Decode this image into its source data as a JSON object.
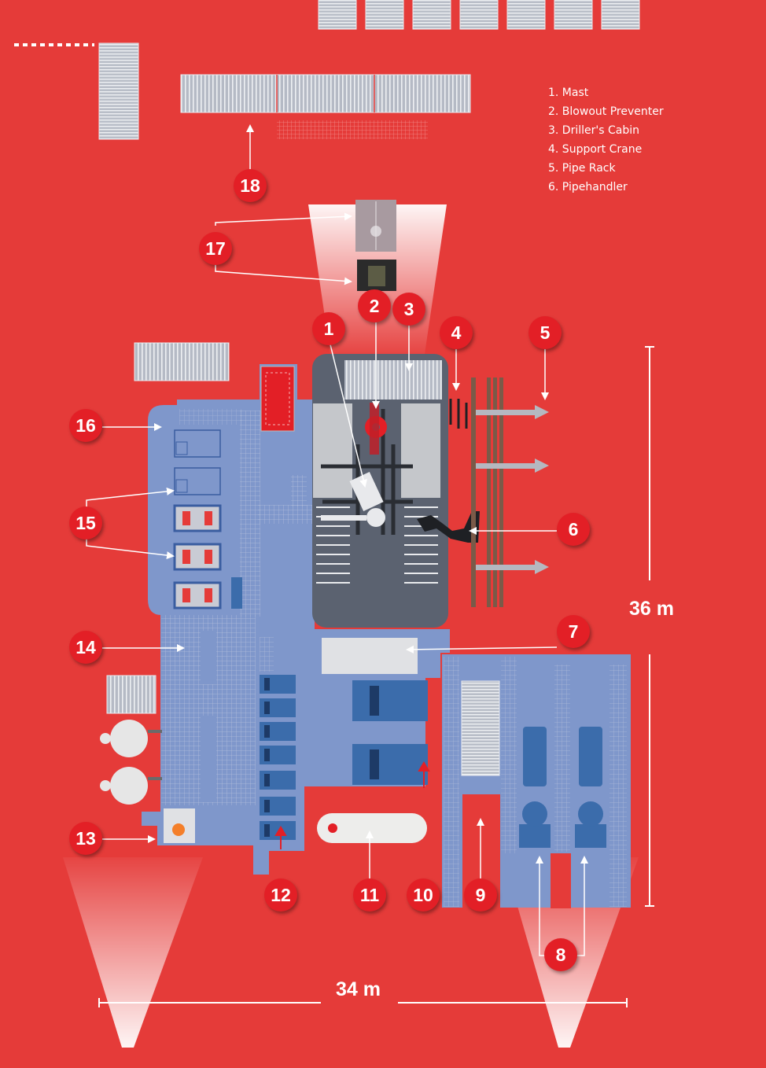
{
  "legend": [
    "1. Mast",
    "2. Blowout Preventer",
    "3. Driller's Cabin",
    "4. Support Crane",
    "5. Pipe Rack",
    "6. Pipehandler"
  ],
  "markers": [
    "1",
    "2",
    "3",
    "4",
    "5",
    "6",
    "7",
    "8",
    "9",
    "10",
    "11",
    "12",
    "13",
    "14",
    "15",
    "16",
    "17",
    "18"
  ],
  "dimensions": {
    "width": "34 m",
    "height": "36 m"
  },
  "colors": {
    "background": "#e53b39",
    "platform": "#7f97cb",
    "rig": "#5b6270",
    "marker": "#e31f26",
    "equipment_blue": "#3b6cab",
    "grey_unit": "#c5c7cb"
  }
}
